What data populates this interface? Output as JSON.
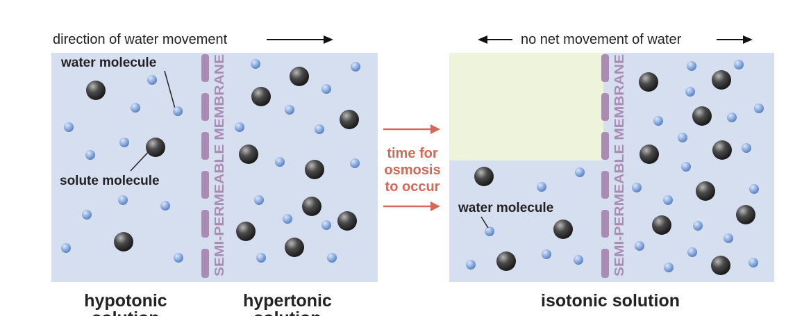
{
  "left": {
    "direction_label": "direction of water movement",
    "water_label": "water molecule",
    "solute_label": "solute molecule",
    "membrane_label": "SEMI-PERMEABLE MEMBRANE",
    "hypotonic_label": "hypotonic",
    "hypertonic_label": "hypertonic",
    "partial_label": "solution"
  },
  "middle": {
    "line1": "time for",
    "line2": "osmosis",
    "line3": "to occur"
  },
  "right": {
    "direction_label": "no net movement of water",
    "water_label": "water molecule",
    "membrane_label": "SEMI-PERMEABLE MEMBRANE",
    "isotonic_label": "isotonic solution"
  },
  "colors": {
    "solution_fill": "#d6dff0",
    "air_fill": "#eef4dc",
    "membrane": "#a98cb3",
    "membrane_text": "#a98cb3",
    "water_molecule": "#8fb0e2",
    "solute_molecule": "#3a3a3a",
    "arrow_red": "#d2695a"
  }
}
